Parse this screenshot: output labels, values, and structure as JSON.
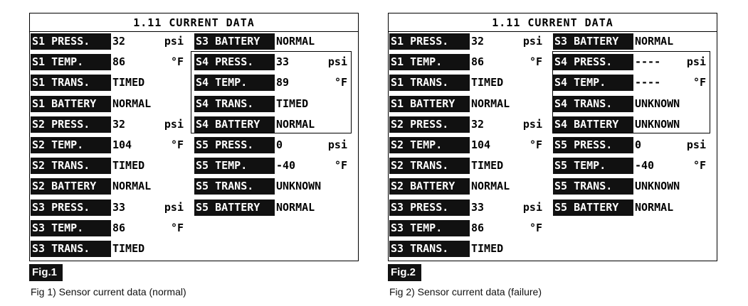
{
  "figures": [
    {
      "title": "1.11 CURRENT DATA",
      "tag": "Fig.1",
      "caption": "Fig 1) Sensor current data (normal)",
      "left_column": [
        {
          "label": "S1 PRESS.",
          "value": "32",
          "unit": "psi"
        },
        {
          "label": "S1 TEMP.",
          "value": "86",
          "unit": "°F"
        },
        {
          "label": "S1 TRANS.",
          "value": "TIMED",
          "unit": ""
        },
        {
          "label": "S1 BATTERY",
          "value": "NORMAL",
          "unit": ""
        },
        {
          "label": "S2 PRESS.",
          "value": "32",
          "unit": "psi"
        },
        {
          "label": "S2 TEMP.",
          "value": "104",
          "unit": "°F"
        },
        {
          "label": "S2 TRANS.",
          "value": "TIMED",
          "unit": ""
        },
        {
          "label": "S2 BATTERY",
          "value": "NORMAL",
          "unit": ""
        },
        {
          "label": "S3 PRESS.",
          "value": "33",
          "unit": "psi"
        },
        {
          "label": "S3 TEMP.",
          "value": "86",
          "unit": "°F"
        },
        {
          "label": "S3 TRANS.",
          "value": "TIMED",
          "unit": ""
        }
      ],
      "right_column": [
        {
          "label": "S3 BATTERY",
          "value": "NORMAL",
          "unit": ""
        },
        {
          "label": "S4 PRESS.",
          "value": "33",
          "unit": "psi"
        },
        {
          "label": "S4 TEMP.",
          "value": "89",
          "unit": "°F"
        },
        {
          "label": "S4 TRANS.",
          "value": "TIMED",
          "unit": ""
        },
        {
          "label": "S4 BATTERY",
          "value": "NORMAL",
          "unit": ""
        },
        {
          "label": "S5 PRESS.",
          "value": "0",
          "unit": "psi"
        },
        {
          "label": "S5 TEMP.",
          "value": "-40",
          "unit": "°F"
        },
        {
          "label": "S5 TRANS.",
          "value": "UNKNOWN",
          "unit": ""
        },
        {
          "label": "S5 BATTERY",
          "value": "NORMAL",
          "unit": ""
        }
      ]
    },
    {
      "title": "1.11 CURRENT DATA",
      "tag": "Fig.2",
      "caption": "Fig 2) Sensor current data (failure)",
      "left_column": [
        {
          "label": "S1 PRESS.",
          "value": "32",
          "unit": "psi"
        },
        {
          "label": "S1 TEMP.",
          "value": "86",
          "unit": "°F"
        },
        {
          "label": "S1 TRANS.",
          "value": "TIMED",
          "unit": ""
        },
        {
          "label": "S1 BATTERY",
          "value": "NORMAL",
          "unit": ""
        },
        {
          "label": "S2 PRESS.",
          "value": "32",
          "unit": "psi"
        },
        {
          "label": "S2 TEMP.",
          "value": "104",
          "unit": "°F"
        },
        {
          "label": "S2 TRANS.",
          "value": "TIMED",
          "unit": ""
        },
        {
          "label": "S2 BATTERY",
          "value": "NORMAL",
          "unit": ""
        },
        {
          "label": "S3 PRESS.",
          "value": "33",
          "unit": "psi"
        },
        {
          "label": "S3 TEMP.",
          "value": "86",
          "unit": "°F"
        },
        {
          "label": "S3 TRANS.",
          "value": "TIMED",
          "unit": ""
        }
      ],
      "right_column": [
        {
          "label": "S3 BATTERY",
          "value": "NORMAL",
          "unit": ""
        },
        {
          "label": "S4 PRESS.",
          "value": "----",
          "unit": "psi"
        },
        {
          "label": "S4 TEMP.",
          "value": "----",
          "unit": "°F"
        },
        {
          "label": "S4 TRANS.",
          "value": "UNKNOWN",
          "unit": ""
        },
        {
          "label": "S4 BATTERY",
          "value": "UNKNOWN",
          "unit": ""
        },
        {
          "label": "S5 PRESS.",
          "value": "0",
          "unit": "psi"
        },
        {
          "label": "S5 TEMP.",
          "value": "-40",
          "unit": "°F"
        },
        {
          "label": "S5 TRANS.",
          "value": "UNKNOWN",
          "unit": ""
        },
        {
          "label": "S5 BATTERY",
          "value": "NORMAL",
          "unit": ""
        }
      ]
    }
  ]
}
